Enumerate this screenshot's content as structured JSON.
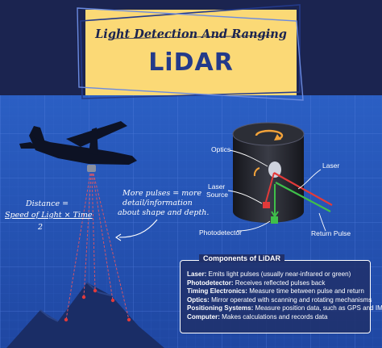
{
  "header": {
    "subtitle": "Light Detection And Ranging",
    "title": "LiDAR"
  },
  "formula": {
    "line1": "Distance =",
    "line2": "Speed of Light × Time",
    "line3": "2"
  },
  "pulses_note": {
    "line1": "More pulses = more",
    "line2": "detail/information",
    "line3": "about shape and depth."
  },
  "device_labels": {
    "optics": "Optics",
    "laser": "Laser",
    "laser_source_1": "Laser",
    "laser_source_2": "Source",
    "photodetector": "Photodetector",
    "return_pulse": "Return Pulse"
  },
  "components": {
    "title": "Components of LiDAR",
    "items": [
      {
        "term": "Laser:",
        "desc": " Emits light pulses (usually near-infrared or green)"
      },
      {
        "term": "Photodetector:",
        "desc": " Receives reflected pulses back"
      },
      {
        "term": "Timing Electronics:",
        "desc": " Measure time between pulse and return"
      },
      {
        "term": "Optics:",
        "desc": " Mirror operated with scanning and rotating mechanisms"
      },
      {
        "term": "Positioning Systems:",
        "desc": " Measure position data, such as GPS and IMU"
      },
      {
        "term": "Computer:",
        "desc": " Makes calculations and records data"
      }
    ]
  },
  "colors": {
    "background": "#1b2450",
    "blueprint": "#2a56b8",
    "title_card": "#fbd976",
    "title_text": "#233a8a",
    "laser_red": "#e23a3a",
    "return_green": "#3fbf4a",
    "arrow_orange": "#f2a23a",
    "pulse_line": "#d2556a"
  }
}
